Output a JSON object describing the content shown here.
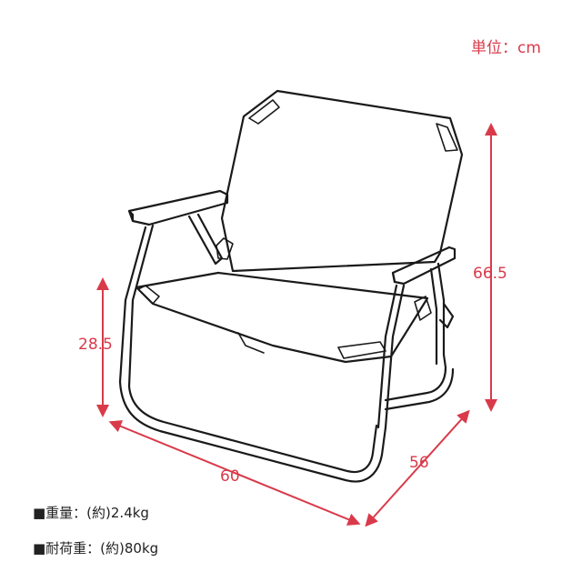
{
  "unit_label": "単位：cm",
  "dimensions": {
    "height_total": "66.5",
    "seat_height": "28.5",
    "width": "60",
    "depth": "56"
  },
  "specs": {
    "weight": "■重量：(約)2.4kg",
    "load_capacity": "■耐荷重：(約)80kg"
  },
  "colors": {
    "dimension": "#d93a4a",
    "line": "#1a1a1a"
  }
}
